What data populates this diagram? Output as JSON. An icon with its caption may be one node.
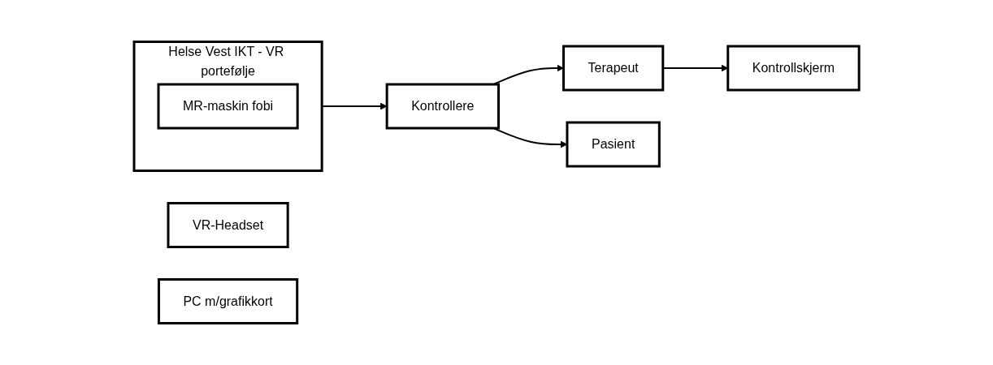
{
  "diagram": {
    "nodes": [
      {
        "text": [
          "Helse Vest IKT - VR portefølje"
        ]
      },
      {
        "text": [
          "MR-maskin fobi"
        ],
        "in": 0
      },
      {
        "text": [
          "VR-Headset"
        ]
      },
      {
        "text": [
          "Kontrollere"
        ]
      },
      {
        "text": [
          "PC m/grafikkort"
        ]
      },
      {
        "text": [
          "Terapeut"
        ]
      },
      {
        "text": [
          "Pasient"
        ]
      },
      {
        "text": [
          "Kontrollskjerm"
        ]
      }
    ],
    "edges": [
      {
        "from": 0,
        "to": 3,
        "arrow": "to"
      },
      {
        "from": 3,
        "to": 5,
        "arrow": "to"
      },
      {
        "from": 3,
        "to": 6,
        "arrow": "to"
      },
      {
        "from": 5,
        "to": 7,
        "arrow": "to"
      }
    ]
  }
}
